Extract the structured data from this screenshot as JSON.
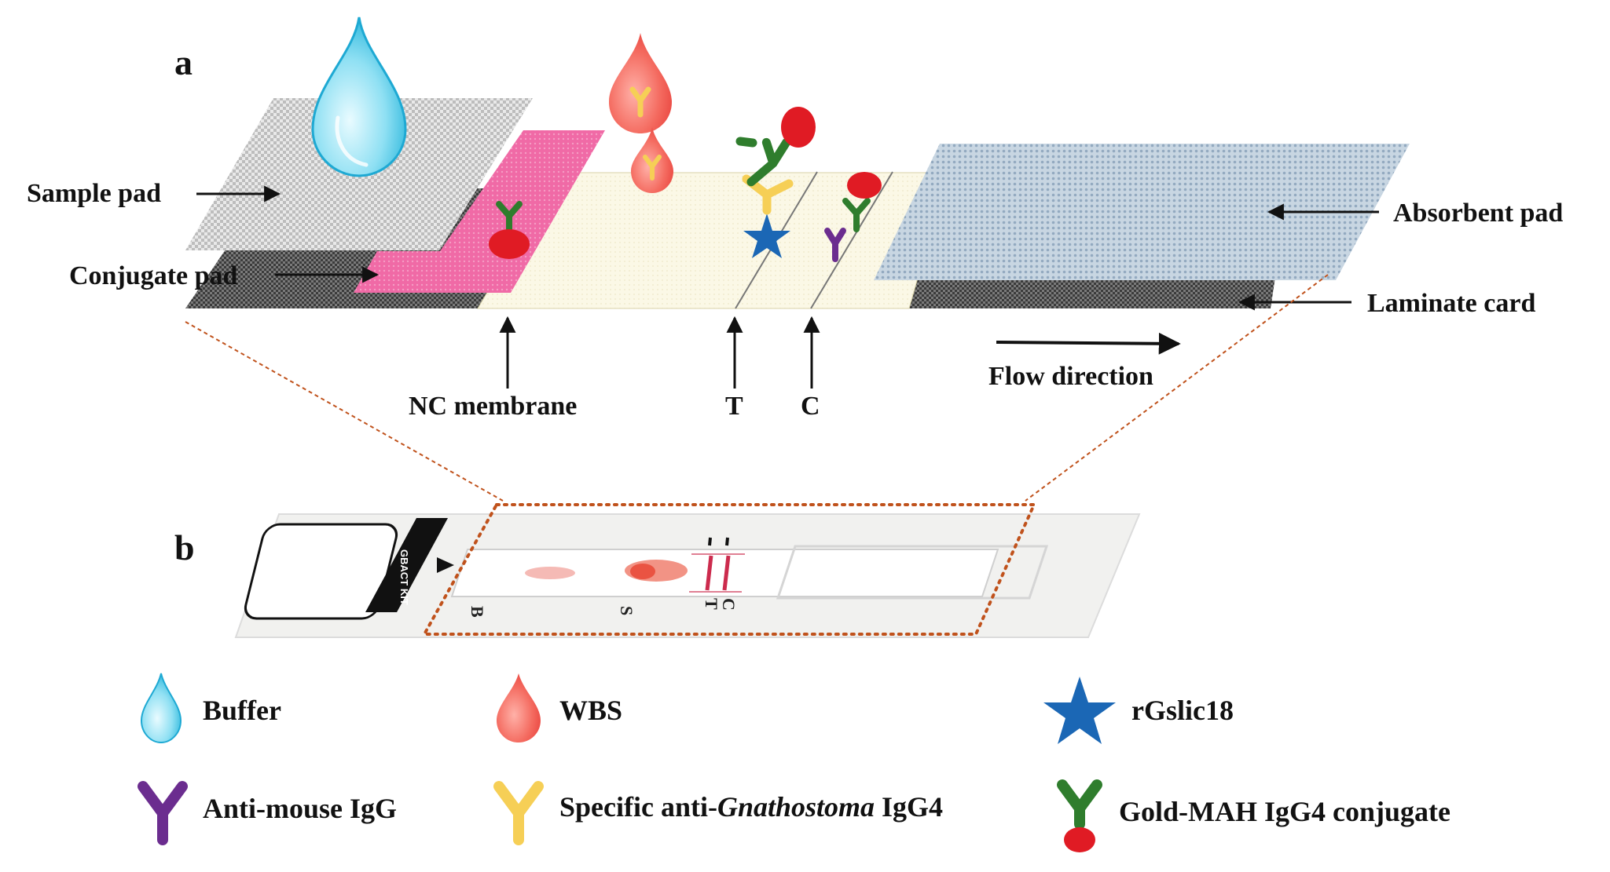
{
  "panels": {
    "a": "a",
    "b": "b"
  },
  "parts": {
    "sample_pad": "Sample pad",
    "conjugate_pad": "Conjugate pad",
    "nc_membrane": "NC membrane",
    "t_line": "T",
    "c_line": "C",
    "flow_direction": "Flow direction",
    "absorbent_pad": "Absorbent pad",
    "laminate_card": "Laminate card"
  },
  "kit": {
    "brand": "GBACT KIT",
    "marks": {
      "b": "B",
      "s": "S",
      "c": "C",
      "t": "T"
    }
  },
  "legend": [
    {
      "icon": "drop-blue-icon",
      "label": "Buffer"
    },
    {
      "icon": "drop-red-icon",
      "label": "WBS"
    },
    {
      "icon": "star-blue-icon",
      "label": "rGslic18"
    },
    {
      "icon": "antibody-purple-icon",
      "label": "Anti-mouse IgG"
    },
    {
      "icon": "antibody-yellow-icon",
      "label_pre": "Specific anti-",
      "label_em": "Gnathostoma",
      "label_post": " IgG4"
    },
    {
      "icon": "antibody-gold-icon",
      "label": "Gold-MAH IgG4 conjugate"
    }
  ],
  "colors": {
    "buffer": "#3fc6e6",
    "wbs": "#ef4a4a",
    "conjugate_pad": "#f06aa6",
    "nc_membrane": "#fbf8e6",
    "absorbent_pad": "#b8c9d8",
    "rgslic18": "#1b67b5",
    "anti_mouse": "#6b2d8f",
    "specific_igg4": "#f6cf56",
    "gold_mah": "#2f7d2d",
    "gold_bead": "#e01b24",
    "zoom_outline": "#c0521c"
  }
}
